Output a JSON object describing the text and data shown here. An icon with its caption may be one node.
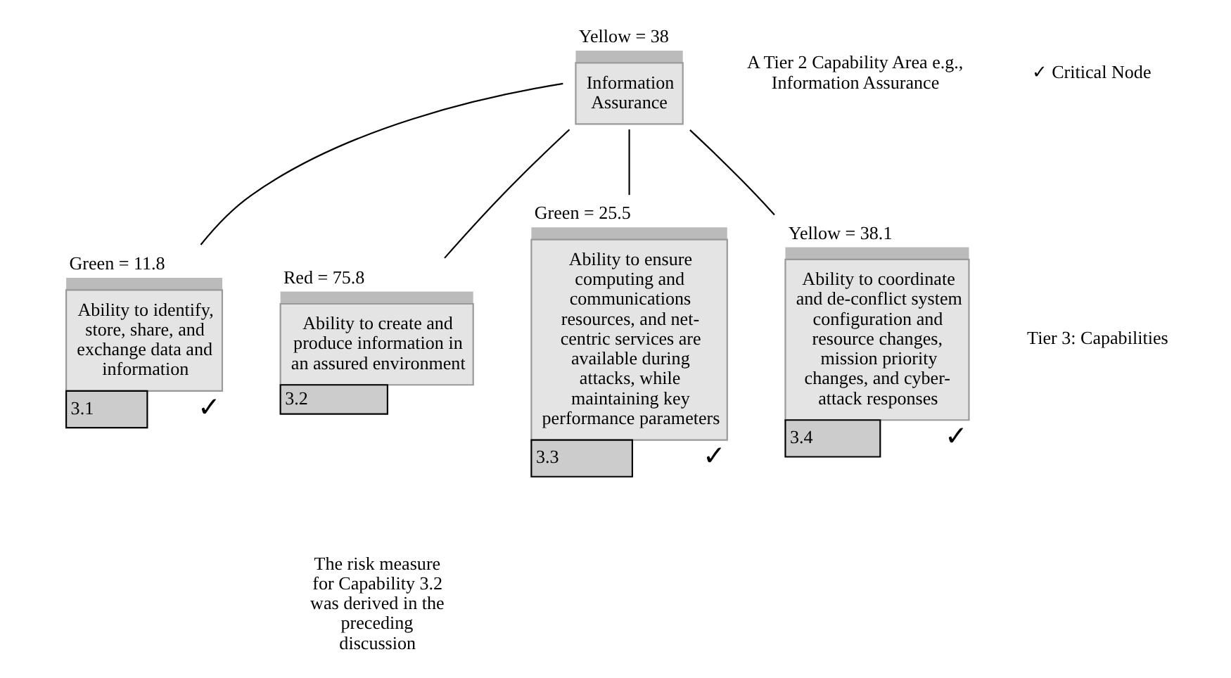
{
  "diagram": {
    "nodes": [
      {
        "text": [
          "Information Assurance"
        ],
        "beside": [
          "Yellow = 38"
        ]
      },
      {
        "text": [
          "Ability to identify, store, share, and exchange data and information"
        ],
        "beside": [
          "Green = 11.8",
          "3.1",
          "✓"
        ]
      },
      {
        "text": [
          "Ability to create and produce information in an assured environment"
        ],
        "beside": [
          "Red = 75.8",
          "3.2"
        ]
      },
      {
        "text": [
          "Ability to ensure computing and communications resources, and net-centric services are available during attacks, while maintaining key performance parameters"
        ],
        "beside": [
          "Green = 25.5",
          "3.3",
          "✓"
        ]
      },
      {
        "text": [
          "Ability to coordinate and de-conflict system configuration and resource changes, mission priority changes, and cyber-attack responses"
        ],
        "beside": [
          "Yellow = 38.1",
          "3.4",
          "✓"
        ]
      }
    ],
    "edges": [
      {
        "from": 0,
        "to": 1,
        "arrow": "none"
      },
      {
        "from": 0,
        "to": 2,
        "arrow": "none"
      },
      {
        "from": 0,
        "to": 3,
        "arrow": "none"
      },
      {
        "from": 0,
        "to": 4,
        "arrow": "none"
      }
    ],
    "labels": [
      "A Tier 2 Capability Area e.g., Information Assurance",
      "✓ Critical Node",
      "Tier 3: Capabilities",
      "The risk measure for Capability 3.2 was derived in the preceding discussion"
    ]
  }
}
